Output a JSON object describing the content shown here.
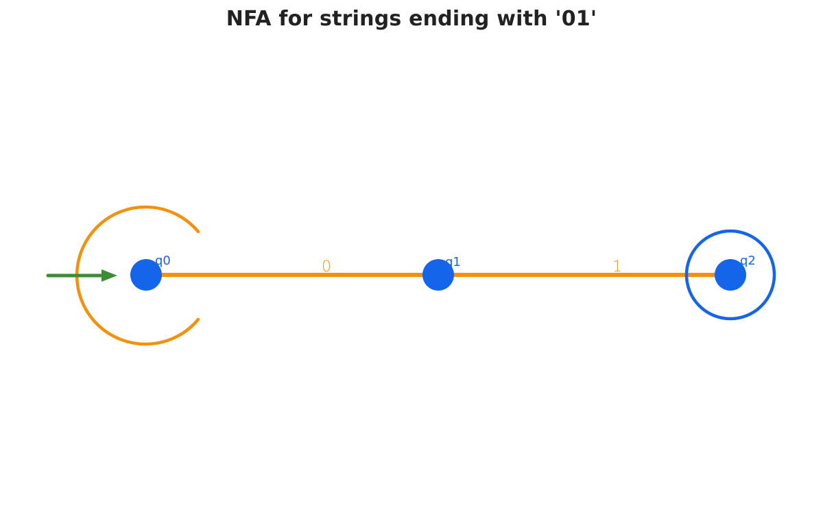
{
  "title": "NFA for strings ending with '01'",
  "colors": {
    "state_fill": "#1565ea",
    "state_label": "#1565ea",
    "transition": "#f5900b",
    "start_arrow": "#3d8a37",
    "accept_ring": "#1565ea",
    "title_text": "#222222"
  },
  "states": [
    {
      "id": "q0",
      "label": "q0",
      "is_start": true,
      "is_accepting": false
    },
    {
      "id": "q1",
      "label": "q1",
      "is_start": false,
      "is_accepting": false
    },
    {
      "id": "q2",
      "label": "q2",
      "is_start": false,
      "is_accepting": true
    }
  ],
  "transitions": [
    {
      "from": "q0",
      "to": "q0",
      "symbol": "",
      "kind": "self-loop"
    },
    {
      "from": "q0",
      "to": "q1",
      "symbol": "0",
      "kind": "straight"
    },
    {
      "from": "q1",
      "to": "q2",
      "symbol": "1",
      "kind": "straight"
    }
  ]
}
